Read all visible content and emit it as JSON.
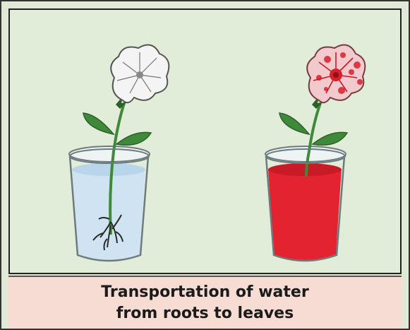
{
  "caption": {
    "line1": "Transportation of water",
    "line2": "from roots to leaves"
  },
  "colors": {
    "background": "#e2edd9",
    "caption_background": "#f6dcd3",
    "clear_water": "#cfe3f2",
    "red_water": "#e3232f",
    "leaf": "#3f8a3a",
    "white_flower": "#f4f4f4",
    "red_flower": "#f2c9cd"
  },
  "illustration": {
    "left_setup": "white flower in glass of clear water with roots",
    "right_setup": "red-stained flower in glass of red coloured water"
  }
}
